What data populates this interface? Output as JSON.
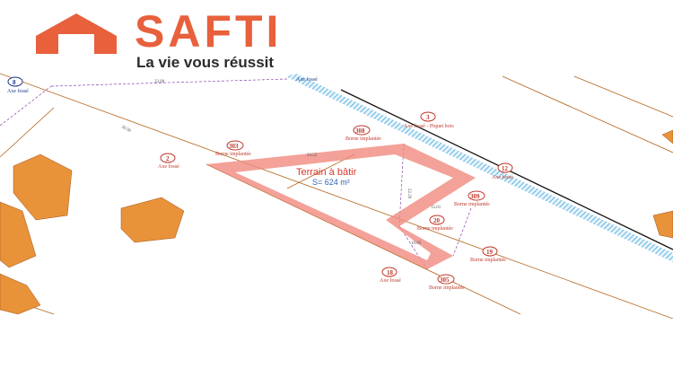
{
  "logo": {
    "brand": "SAFTI",
    "tagline": "La vie vous réussit",
    "color": "#e8603c"
  },
  "plan": {
    "title": "Terrain à bâtir",
    "area": "S= 624 m²",
    "dimensions": [
      "33.80",
      "30.90",
      "23.52",
      "15.61",
      "10.83",
      "22.29"
    ],
    "markers": [
      {
        "num": "8",
        "label": "Axe fossé",
        "color": "#1f3a8a"
      },
      {
        "num": "2",
        "label": "Axe fossé"
      },
      {
        "num": "303",
        "label": "Borne implantée"
      },
      {
        "num": "308",
        "label": "Borne implantée"
      },
      {
        "num": "3",
        "label": "Axe fossé - Piquet bois"
      },
      {
        "num": "12",
        "label": "Axe fossé"
      },
      {
        "num": "309",
        "label": "Borne implantée"
      },
      {
        "num": "20",
        "label": "Borne implantée"
      },
      {
        "num": "19",
        "label": "Borne implantée"
      },
      {
        "num": "18",
        "label": "Axe fossé"
      },
      {
        "num": "305",
        "label": "Borne implantée"
      }
    ],
    "top_label": "Axe fossé"
  }
}
